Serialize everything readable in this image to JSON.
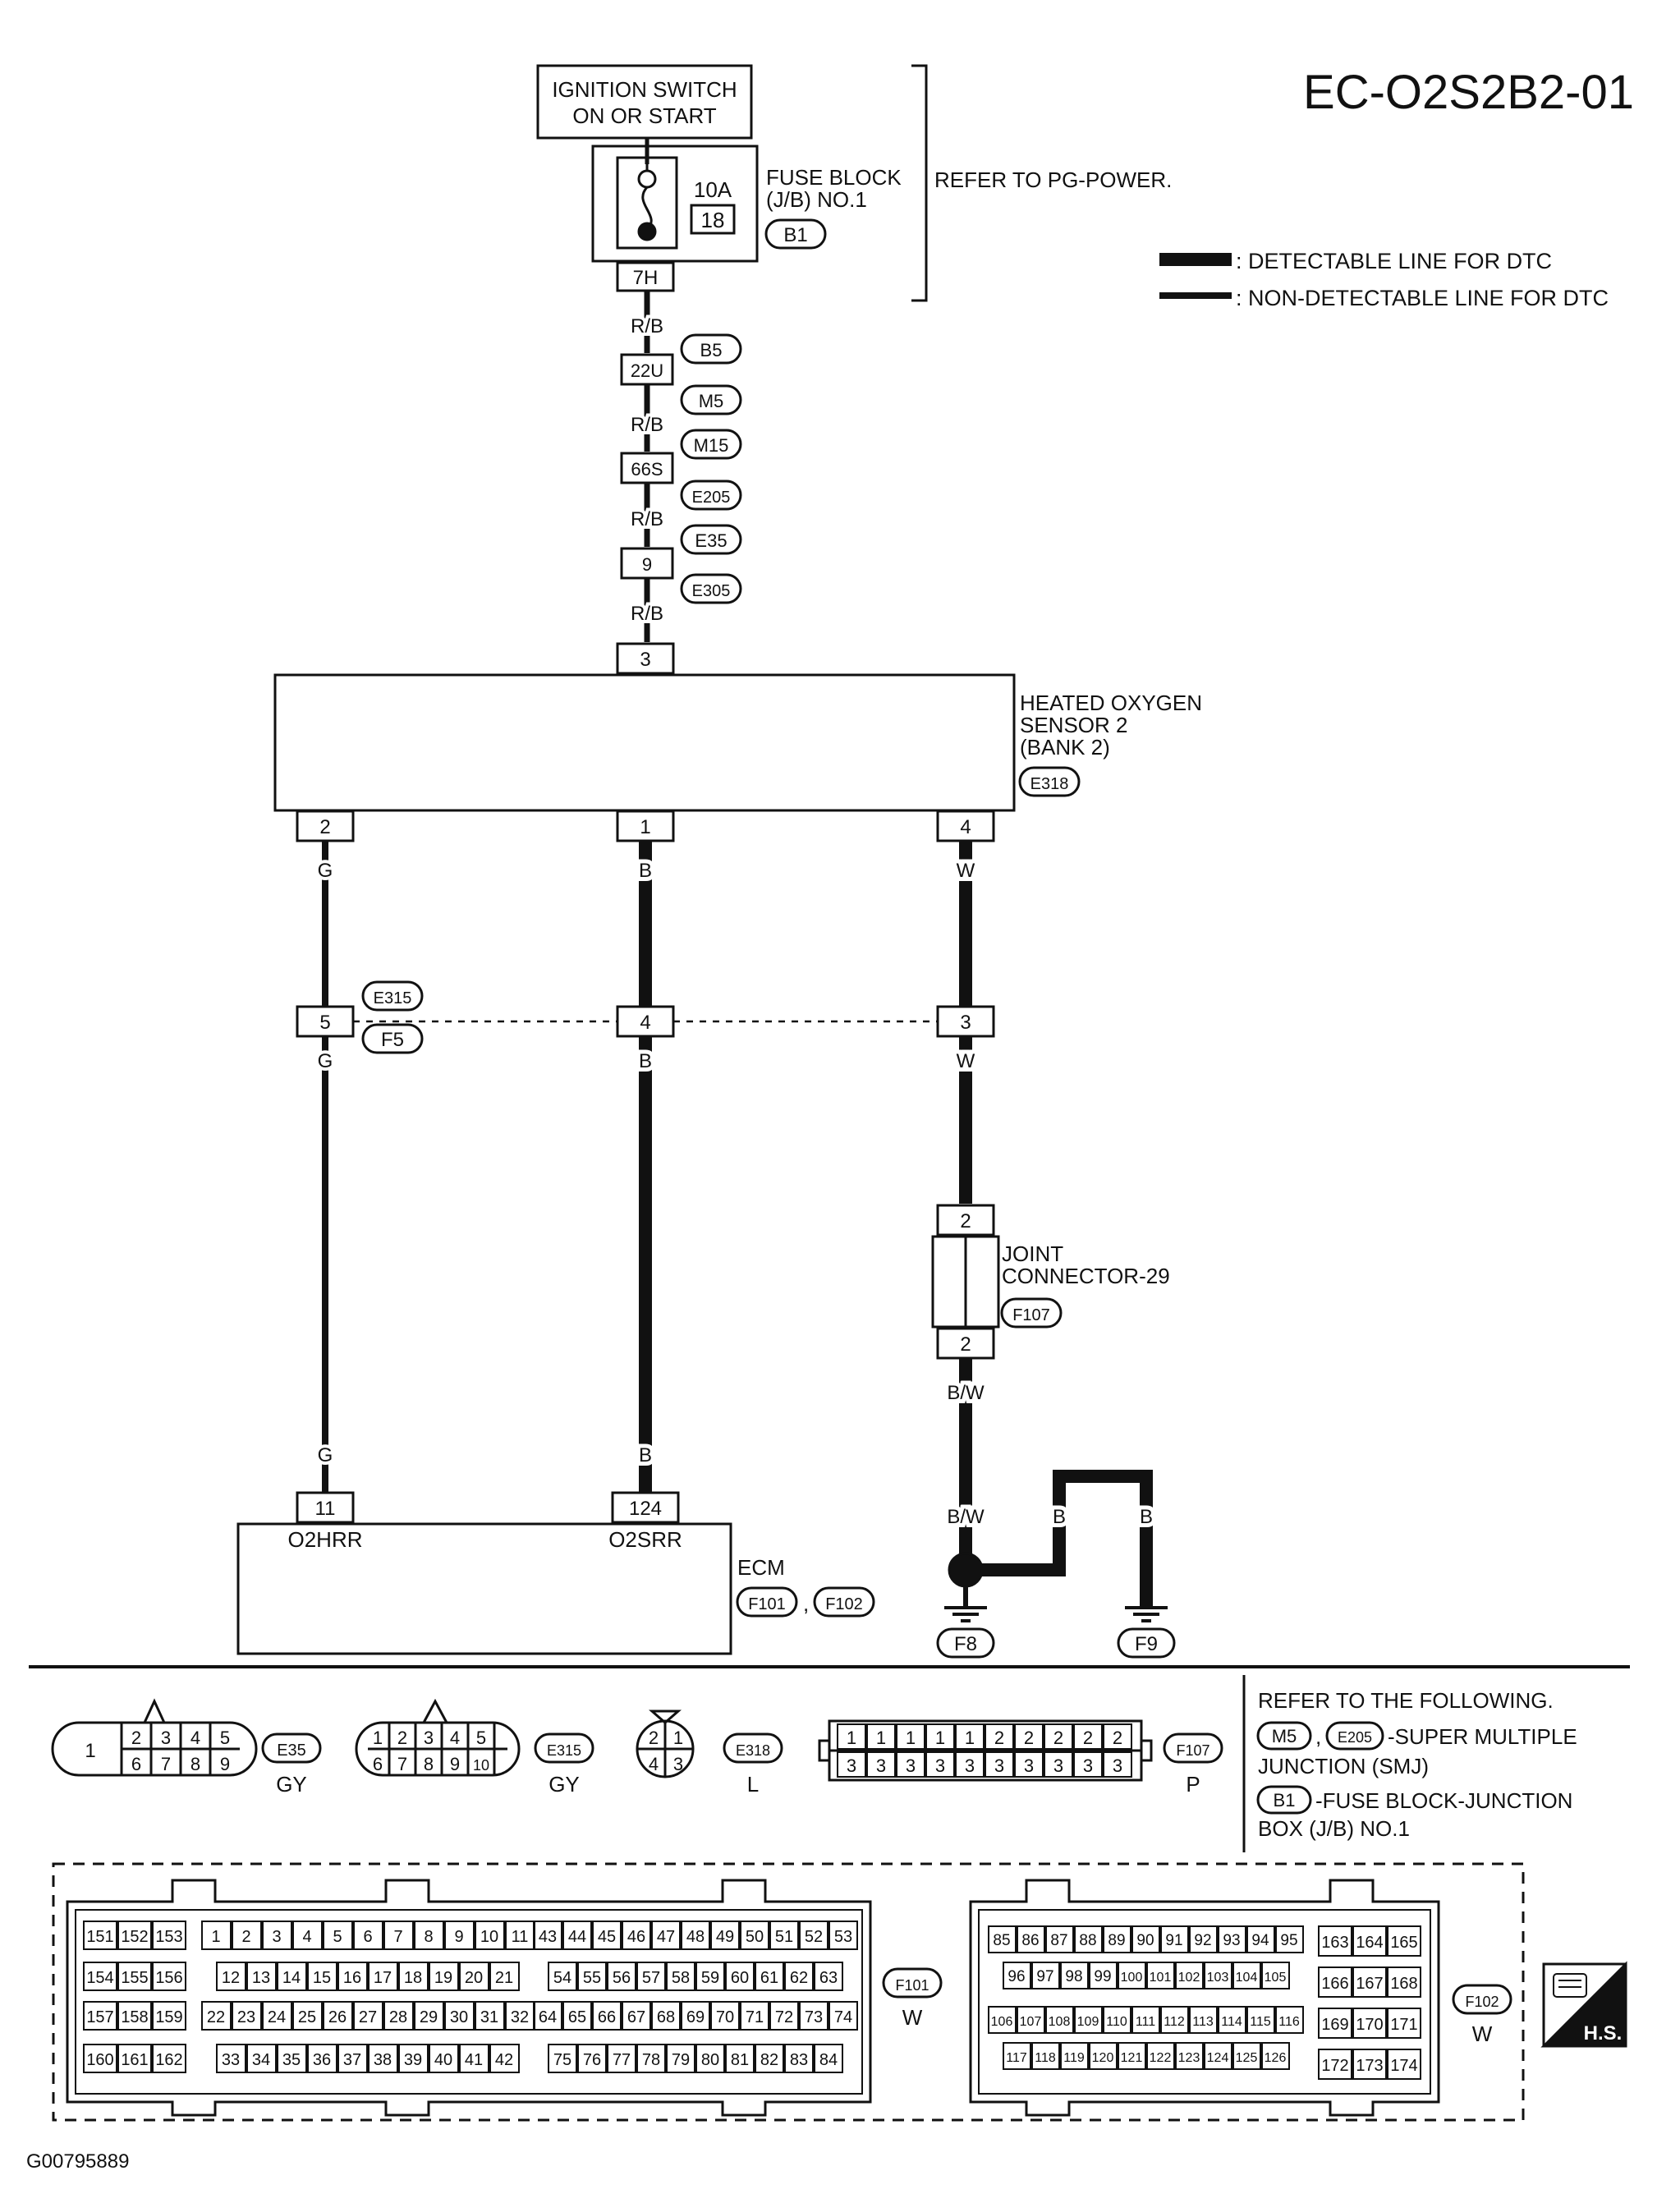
{
  "diagram_id": "EC-O2S2B2-01",
  "ignition": {
    "line1": "IGNITION SWITCH",
    "line2": "ON OR START"
  },
  "fuse_block": {
    "amp": "10A",
    "fuse_no": "18",
    "label1": "FUSE BLOCK",
    "label2": "(J/B) NO.1",
    "conn": "B1",
    "terminal": "7H"
  },
  "refer_pg": "REFER TO PG-POWER.",
  "legend": {
    "detectable": ": DETECTABLE LINE FOR DTC",
    "non_detectable": ": NON-DETECTABLE LINE FOR DTC"
  },
  "wire_colors": {
    "rb": "R/B",
    "g": "G",
    "b": "B",
    "w": "W",
    "bw": "B/W"
  },
  "connectors": {
    "c22u": "22U",
    "c66s": "66S",
    "c9": "9",
    "c3": "3",
    "b5": "B5",
    "m5": "M5",
    "m15": "M15",
    "e205": "E205",
    "e35": "E35",
    "e305": "E305",
    "e318": "E318",
    "e315": "E315",
    "f5": "F5",
    "f107": "F107",
    "f101": "F101",
    "f102": "F102",
    "f8": "F8",
    "f9": "F9",
    "comma": ","
  },
  "sensor": {
    "line1": "HEATED OXYGEN",
    "line2": "SENSOR 2",
    "line3": "(BANK 2)",
    "pin_g": "2",
    "pin_b": "1",
    "pin_w": "4"
  },
  "intermediate": {
    "pin_g": "5",
    "pin_b": "4",
    "pin_w": "3"
  },
  "joint": {
    "line1": "JOINT",
    "line2": "CONNECTOR-29",
    "pin_top": "2",
    "pin_bot": "2"
  },
  "ecm": {
    "label": "ECM",
    "pin_g": "11",
    "pin_b": "124",
    "name_g": "O2HRR",
    "name_b": "O2SRR"
  },
  "bottom": {
    "e35_color": "GY",
    "e315_color": "GY",
    "e318_color": "L",
    "f107_color": "P",
    "f101_color": "W",
    "f102_color": "W",
    "refer1": "REFER TO THE FOLLOWING.",
    "refer2": "-SUPER MULTIPLE",
    "refer3": "JUNCTION (SMJ)",
    "refer4": "-FUSE BLOCK-JUNCTION",
    "refer5": "BOX (J/B) NO.1",
    "hs": "H.S."
  },
  "e35_pins": {
    "big": "1",
    "top": [
      "2",
      "3",
      "4",
      "5"
    ],
    "bottom": [
      "6",
      "7",
      "8",
      "9"
    ]
  },
  "e315_pins": {
    "top": [
      "1",
      "2",
      "3",
      "4",
      "5"
    ],
    "bottom": [
      "6",
      "7",
      "8",
      "9",
      "10"
    ]
  },
  "e318_pins": {
    "top": [
      "2",
      "1"
    ],
    "bottom": [
      "4",
      "3"
    ]
  },
  "f107_pins": {
    "top": [
      "1",
      "1",
      "1",
      "1",
      "1",
      "2",
      "2",
      "2",
      "2",
      "2"
    ],
    "bottom": [
      "3",
      "3",
      "3",
      "3",
      "3",
      "3",
      "3",
      "3",
      "3",
      "3"
    ]
  },
  "f101": {
    "left_block": [
      [
        "151",
        "152",
        "153"
      ],
      [
        "154",
        "155",
        "156"
      ],
      [
        "157",
        "158",
        "159"
      ],
      [
        "160",
        "161",
        "162"
      ]
    ],
    "rows": [
      [
        "1",
        "2",
        "3",
        "4",
        "5",
        "6",
        "7",
        "8",
        "9",
        "10",
        "11"
      ],
      [
        "12",
        "13",
        "14",
        "15",
        "16",
        "17",
        "18",
        "19",
        "20",
        "21"
      ],
      [
        "22",
        "23",
        "24",
        "25",
        "26",
        "27",
        "28",
        "29",
        "30",
        "31",
        "32"
      ],
      [
        "33",
        "34",
        "35",
        "36",
        "37",
        "38",
        "39",
        "40",
        "41",
        "42"
      ]
    ],
    "right_rows": [
      [
        "43",
        "44",
        "45",
        "46",
        "47",
        "48",
        "49",
        "50",
        "51",
        "52",
        "53"
      ],
      [
        "54",
        "55",
        "56",
        "57",
        "58",
        "59",
        "60",
        "61",
        "62",
        "63"
      ],
      [
        "64",
        "65",
        "66",
        "67",
        "68",
        "69",
        "70",
        "71",
        "72",
        "73",
        "74"
      ],
      [
        "75",
        "76",
        "77",
        "78",
        "79",
        "80",
        "81",
        "82",
        "83",
        "84"
      ]
    ]
  },
  "f102": {
    "rows": [
      [
        "85",
        "86",
        "87",
        "88",
        "89",
        "90",
        "91",
        "92",
        "93",
        "94",
        "95"
      ],
      [
        "96",
        "97",
        "98",
        "99",
        "100",
        "101",
        "102",
        "103",
        "104",
        "105"
      ],
      [
        "106",
        "107",
        "108",
        "109",
        "110",
        "111",
        "112",
        "113",
        "114",
        "115",
        "116"
      ],
      [
        "117",
        "118",
        "119",
        "120",
        "121",
        "122",
        "123",
        "124",
        "125",
        "126"
      ]
    ],
    "right_block": [
      [
        "163",
        "164",
        "165"
      ],
      [
        "166",
        "167",
        "168"
      ],
      [
        "169",
        "170",
        "171"
      ],
      [
        "172",
        "173",
        "174"
      ]
    ]
  },
  "footer_id": "G00795889"
}
